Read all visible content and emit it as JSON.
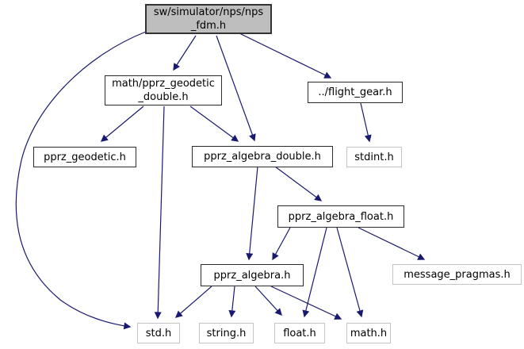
{
  "graph": {
    "kind": "include-dependency-graph",
    "nodes": {
      "nps_fdm": {
        "line1": "sw/simulator/nps/nps",
        "line2": "_fdm.h",
        "kind": "root"
      },
      "geodetic_double": {
        "line1": "math/pprz_geodetic",
        "line2": "_double.h",
        "kind": "internal"
      },
      "flight_gear": {
        "label": "../flight_gear.h",
        "kind": "internal"
      },
      "pprz_geodetic": {
        "label": "pprz_geodetic.h",
        "kind": "internal"
      },
      "algebra_double": {
        "label": "pprz_algebra_double.h",
        "kind": "internal"
      },
      "stdint": {
        "label": "stdint.h",
        "kind": "external"
      },
      "algebra_float": {
        "label": "pprz_algebra_float.h",
        "kind": "internal"
      },
      "algebra": {
        "label": "pprz_algebra.h",
        "kind": "internal"
      },
      "message_pragmas": {
        "label": "message_pragmas.h",
        "kind": "external"
      },
      "std": {
        "label": "std.h",
        "kind": "external"
      },
      "string": {
        "label": "string.h",
        "kind": "external"
      },
      "float": {
        "label": "float.h",
        "kind": "external"
      },
      "math": {
        "label": "math.h",
        "kind": "external"
      }
    },
    "edges": [
      {
        "from": "sw/simulator/nps/nps_fdm.h",
        "to": "std.h"
      },
      {
        "from": "sw/simulator/nps/nps_fdm.h",
        "to": "math/pprz_geodetic_double.h"
      },
      {
        "from": "sw/simulator/nps/nps_fdm.h",
        "to": "pprz_algebra_double.h"
      },
      {
        "from": "sw/simulator/nps/nps_fdm.h",
        "to": "../flight_gear.h"
      },
      {
        "from": "math/pprz_geodetic_double.h",
        "to": "pprz_geodetic.h"
      },
      {
        "from": "math/pprz_geodetic_double.h",
        "to": "std.h"
      },
      {
        "from": "math/pprz_geodetic_double.h",
        "to": "pprz_algebra_double.h"
      },
      {
        "from": "../flight_gear.h",
        "to": "stdint.h"
      },
      {
        "from": "pprz_algebra_double.h",
        "to": "pprz_algebra_float.h"
      },
      {
        "from": "pprz_algebra_double.h",
        "to": "pprz_algebra.h"
      },
      {
        "from": "pprz_algebra_float.h",
        "to": "pprz_algebra.h"
      },
      {
        "from": "pprz_algebra_float.h",
        "to": "float.h"
      },
      {
        "from": "pprz_algebra_float.h",
        "to": "math.h"
      },
      {
        "from": "pprz_algebra_float.h",
        "to": "message_pragmas.h"
      },
      {
        "from": "pprz_algebra.h",
        "to": "std.h"
      },
      {
        "from": "pprz_algebra.h",
        "to": "string.h"
      },
      {
        "from": "pprz_algebra.h",
        "to": "float.h"
      },
      {
        "from": "pprz_algebra.h",
        "to": "math.h"
      }
    ]
  },
  "colors": {
    "edge_color": "#191970",
    "root_fill": "#bebebe",
    "internal_border": "#2b2b2b",
    "external_border": "#c4c4c4",
    "background": "#ffffff",
    "text": "#000000"
  }
}
